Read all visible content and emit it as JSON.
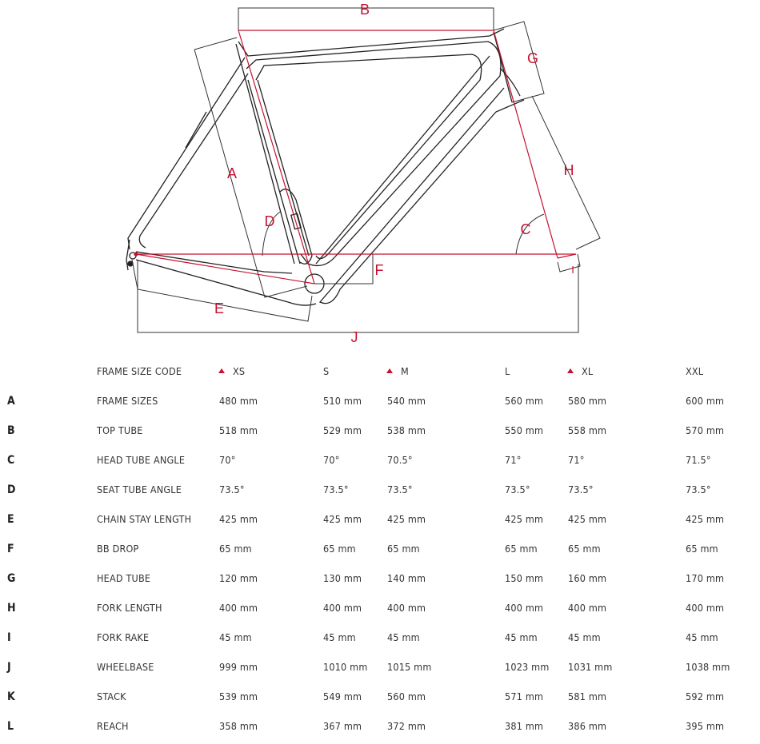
{
  "diagram": {
    "labels": {
      "A": "A",
      "B": "B",
      "C": "C",
      "D": "D",
      "E": "E",
      "F": "F",
      "G": "G",
      "H": "H",
      "I": "I",
      "J": "J"
    },
    "accent_color": "#c8102e"
  },
  "table": {
    "header_label": "FRAME SIZE CODE",
    "sizes": [
      {
        "code": "XS",
        "marked": true
      },
      {
        "code": "S",
        "marked": false
      },
      {
        "code": "M",
        "marked": true
      },
      {
        "code": "L",
        "marked": false
      },
      {
        "code": "XL",
        "marked": true
      },
      {
        "code": "XXL",
        "marked": false
      }
    ],
    "rows": [
      {
        "letter": "A",
        "name": "FRAME SIZES",
        "values": [
          "480 mm",
          "510 mm",
          "540 mm",
          "560 mm",
          "580 mm",
          "600 mm"
        ]
      },
      {
        "letter": "B",
        "name": "TOP TUBE",
        "values": [
          "518 mm",
          "529 mm",
          "538 mm",
          "550 mm",
          "558 mm",
          "570 mm"
        ]
      },
      {
        "letter": "C",
        "name": "HEAD TUBE ANGLE",
        "values": [
          "70°",
          "70°",
          "70.5°",
          "71°",
          "71°",
          "71.5°"
        ]
      },
      {
        "letter": "D",
        "name": "SEAT TUBE ANGLE",
        "values": [
          "73.5°",
          "73.5°",
          "73.5°",
          "73.5°",
          "73.5°",
          "73.5°"
        ]
      },
      {
        "letter": "E",
        "name": "CHAIN STAY LENGTH",
        "values": [
          "425 mm",
          "425 mm",
          "425 mm",
          "425 mm",
          "425 mm",
          "425 mm"
        ]
      },
      {
        "letter": "F",
        "name": "BB DROP",
        "values": [
          "65 mm",
          "65 mm",
          "65 mm",
          "65 mm",
          "65 mm",
          "65 mm"
        ]
      },
      {
        "letter": "G",
        "name": "HEAD TUBE",
        "values": [
          "120 mm",
          "130 mm",
          "140 mm",
          "150 mm",
          "160 mm",
          "170 mm"
        ]
      },
      {
        "letter": "H",
        "name": "FORK LENGTH",
        "values": [
          "400 mm",
          "400 mm",
          "400 mm",
          "400 mm",
          "400 mm",
          "400 mm"
        ]
      },
      {
        "letter": "I",
        "name": "FORK RAKE",
        "values": [
          "45 mm",
          "45 mm",
          "45 mm",
          "45 mm",
          "45 mm",
          "45 mm"
        ]
      },
      {
        "letter": "J",
        "name": "WHEELBASE",
        "values": [
          "999 mm",
          "1010 mm",
          "1015 mm",
          "1023 mm",
          "1031 mm",
          "1038 mm"
        ]
      },
      {
        "letter": "K",
        "name": "STACK",
        "values": [
          "539 mm",
          "549 mm",
          "560 mm",
          "571 mm",
          "581 mm",
          "592 mm"
        ]
      },
      {
        "letter": "L",
        "name": "REACH",
        "values": [
          "358 mm",
          "367 mm",
          "372 mm",
          "381 mm",
          "386 mm",
          "395 mm"
        ]
      }
    ]
  }
}
